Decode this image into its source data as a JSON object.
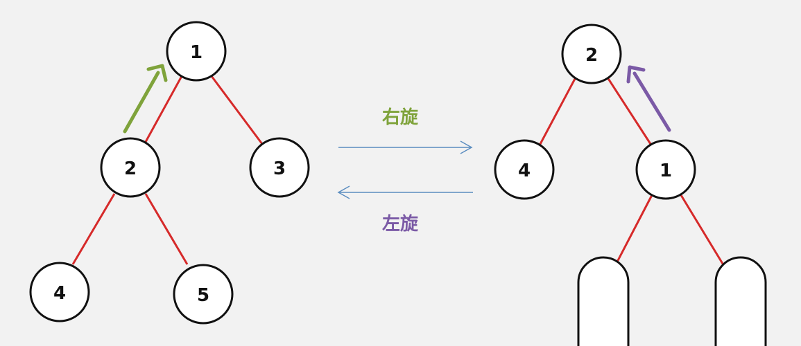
{
  "colors": {
    "background": "#f2f2f2",
    "edge": "#d62a2a",
    "node_stroke": "#111111",
    "node_fill": "#ffffff",
    "right_rotate": "#7fa33b",
    "left_rotate": "#7b5aa6",
    "transition_arrow": "#5b8dc0"
  },
  "left_tree": {
    "nodes": [
      "1",
      "2",
      "3",
      "4",
      "5"
    ]
  },
  "right_tree": {
    "nodes": [
      "2",
      "4",
      "1"
    ]
  },
  "operations": {
    "right_rotate_label": "右旋",
    "left_rotate_label": "左旋"
  }
}
